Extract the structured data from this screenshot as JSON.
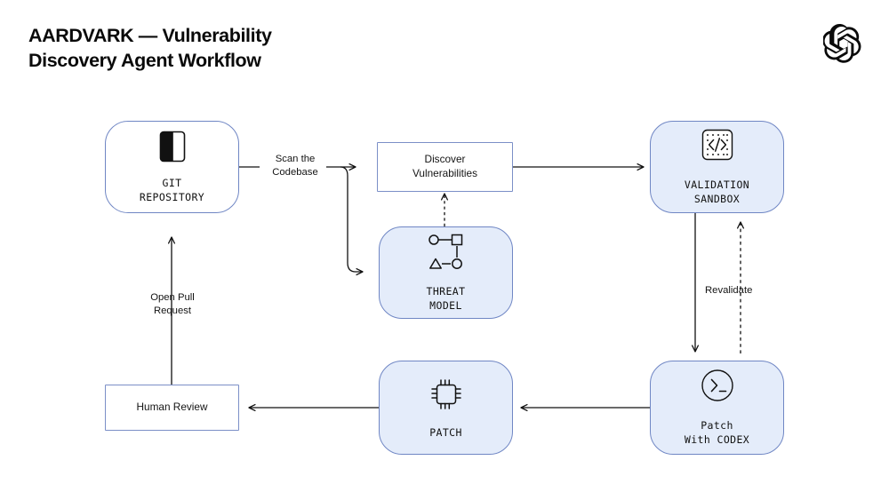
{
  "header": {
    "title": "AARDVARK — Vulnerability\nDiscovery Agent Workflow",
    "logo_name": "openai-logo"
  },
  "diagram": {
    "type": "flowchart",
    "nodes": [
      {
        "id": "git-repository",
        "label": "GIT\nREPOSITORY",
        "shape": "rounded",
        "fill": "#ffffff",
        "stroke": "#6f86c4",
        "icon": "repository-book-icon"
      },
      {
        "id": "discover-vulnerabilities",
        "label": "Discover\nVulnerabilities",
        "shape": "rectangle",
        "fill": "#ffffff",
        "stroke": "#7b8fc7",
        "icon": null
      },
      {
        "id": "threat-model",
        "label": "THREAT\nMODEL",
        "shape": "rounded",
        "fill": "#e4ecfa",
        "stroke": "#6f86c4",
        "icon": "node-graph-icon"
      },
      {
        "id": "validation-sandbox",
        "label": "VALIDATION\nSANDBOX",
        "shape": "rounded",
        "fill": "#e4ecfa",
        "stroke": "#6f86c4",
        "icon": "code-sandbox-icon"
      },
      {
        "id": "patch-with-codex",
        "label": "Patch\nWith CODEX",
        "shape": "rounded",
        "fill": "#e4ecfa",
        "stroke": "#6f86c4",
        "icon": "terminal-prompt-icon"
      },
      {
        "id": "patch",
        "label": "PATCH",
        "shape": "rounded",
        "fill": "#e4ecfa",
        "stroke": "#6f86c4",
        "icon": "chip-icon"
      },
      {
        "id": "human-review",
        "label": "Human Review",
        "shape": "rectangle",
        "fill": "#ffffff",
        "stroke": "#7b8fc7",
        "icon": null
      }
    ],
    "edges": [
      {
        "id": "scan-codebase",
        "from": "git-repository",
        "to": "discover-vulnerabilities",
        "label": "Scan the\nCodebase",
        "style": "solid"
      },
      {
        "id": "scan-codebase-branch",
        "from": "git-repository",
        "to": "threat-model",
        "label": "",
        "style": "solid"
      },
      {
        "id": "threat-informs-discovery",
        "from": "threat-model",
        "to": "discover-vulnerabilities",
        "label": "",
        "style": "dashed"
      },
      {
        "id": "discovery-to-sandbox",
        "from": "discover-vulnerabilities",
        "to": "validation-sandbox",
        "label": "",
        "style": "solid"
      },
      {
        "id": "sandbox-to-codex",
        "from": "validation-sandbox",
        "to": "patch-with-codex",
        "label": "",
        "style": "solid"
      },
      {
        "id": "revalidate",
        "from": "patch-with-codex",
        "to": "validation-sandbox",
        "label": "Revalidate",
        "style": "dashed"
      },
      {
        "id": "codex-to-patch",
        "from": "patch-with-codex",
        "to": "patch",
        "label": "",
        "style": "solid"
      },
      {
        "id": "patch-to-review",
        "from": "patch",
        "to": "human-review",
        "label": "",
        "style": "solid"
      },
      {
        "id": "open-pull-request",
        "from": "human-review",
        "to": "git-repository",
        "label": "Open Pull\nRequest",
        "style": "solid"
      }
    ]
  },
  "colors": {
    "node_fill_blue": "#e4ecfa",
    "node_stroke_blue": "#6f86c4",
    "rect_stroke_blue": "#7b8fc7",
    "edge_stroke": "#111111",
    "text": "#0a0a0a",
    "background": "#ffffff"
  }
}
